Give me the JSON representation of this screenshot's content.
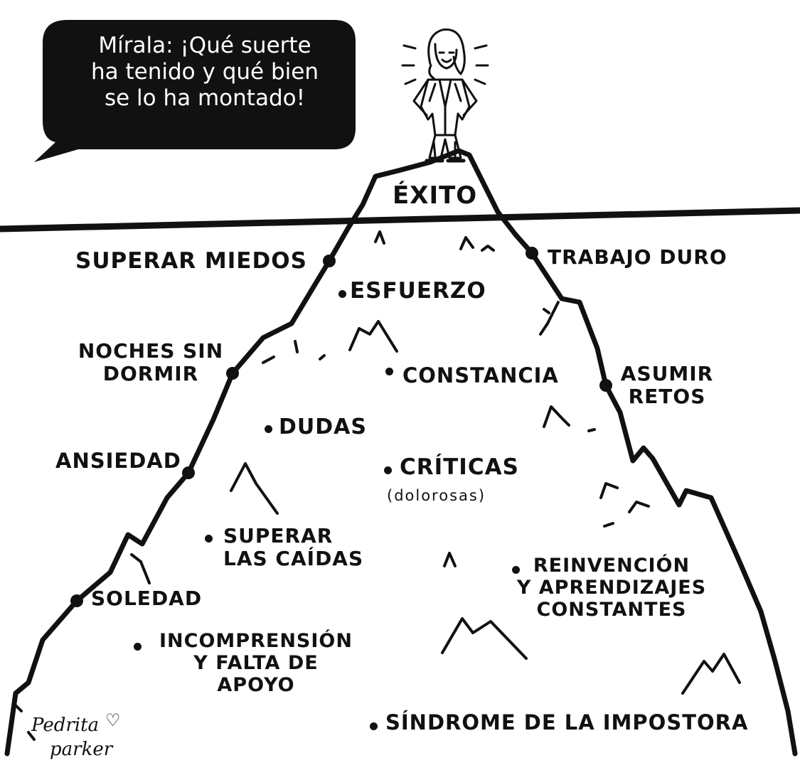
{
  "speech_bubble": {
    "text": "Mírala: ¡Qué suerte\nha tenido y qué bien\nse lo ha montado!"
  },
  "summit": {
    "label": "ÉXITO"
  },
  "left_labels": [
    "SUPERAR MIEDOS",
    "NOCHES SIN\nDORMIR",
    "ANSIEDAD",
    "SOLEDAD"
  ],
  "right_labels": [
    "TRABAJO DURO",
    "ASUMIR\nRETOS"
  ],
  "inner_labels": [
    "ESFUERZO",
    "CONSTANCIA",
    "DUDAS",
    "CRÍTICAS",
    "SUPERAR\nLAS CAÍDAS",
    "REINVENCIÓN\nY APRENDIZAJES\nCONSTANTES",
    "INCOMPRENSIÓN\nY FALTA DE\nAPOYO",
    "SÍNDROME DE LA IMPOSTORA"
  ],
  "criticas_note": "(dolorosas)",
  "signature": {
    "line1": "Pedrita",
    "line2": "parker",
    "heart": "♡"
  },
  "colors": {
    "ink": "#111111",
    "paper": "#ffffff"
  }
}
